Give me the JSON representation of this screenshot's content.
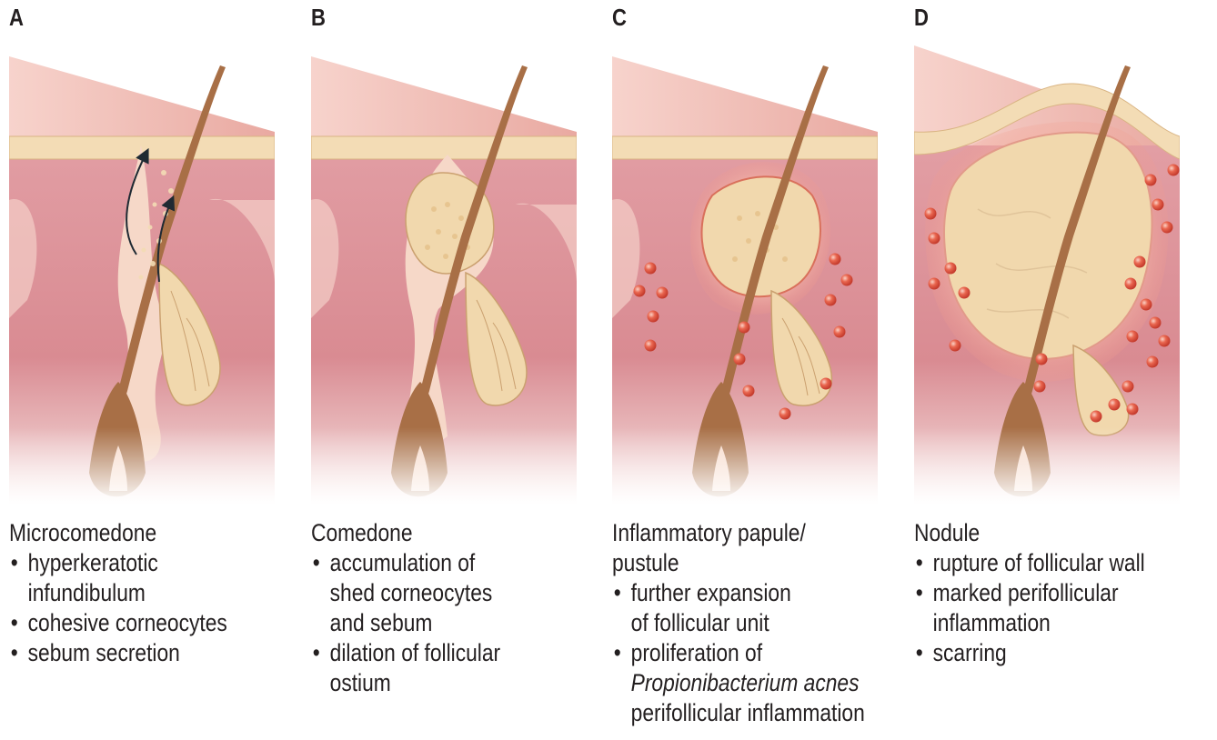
{
  "panels": [
    {
      "letter": "A",
      "title": "Microcomedone",
      "bullets": [
        [
          "hyperkeratotic",
          "infundibulum"
        ],
        [
          "cohesive corneocytes"
        ],
        [
          "sebum secretion"
        ]
      ]
    },
    {
      "letter": "B",
      "title": "Comedone",
      "bullets": [
        [
          "accumulation of",
          "shed corneocytes",
          "and sebum"
        ],
        [
          "dilation of follicular",
          "ostium"
        ]
      ]
    },
    {
      "letter": "C",
      "title_lines": [
        "Inflammatory papule/",
        "pustule"
      ],
      "bullets_text": {
        "b1": [
          "further expansion",
          "of follicular unit"
        ],
        "b2_line1": "proliferation of",
        "b2_italic": "Propionibacterium acnes",
        "b2_line3": "perifollicular inflammation"
      }
    },
    {
      "letter": "D",
      "title": "Nodule",
      "bullets": [
        [
          "rupture of follicular wall"
        ],
        [
          "marked perifollicular",
          "inflammation"
        ],
        [
          "scarring"
        ]
      ]
    }
  ],
  "colors": {
    "dermis": "#d98b92",
    "dermis_light": "#f4cfc8",
    "epidermis": "#f3dcb5",
    "hair": "#a86f46",
    "sebum": "#f1d8ad",
    "bacteria": "#e0533f",
    "text": "#231f20"
  }
}
